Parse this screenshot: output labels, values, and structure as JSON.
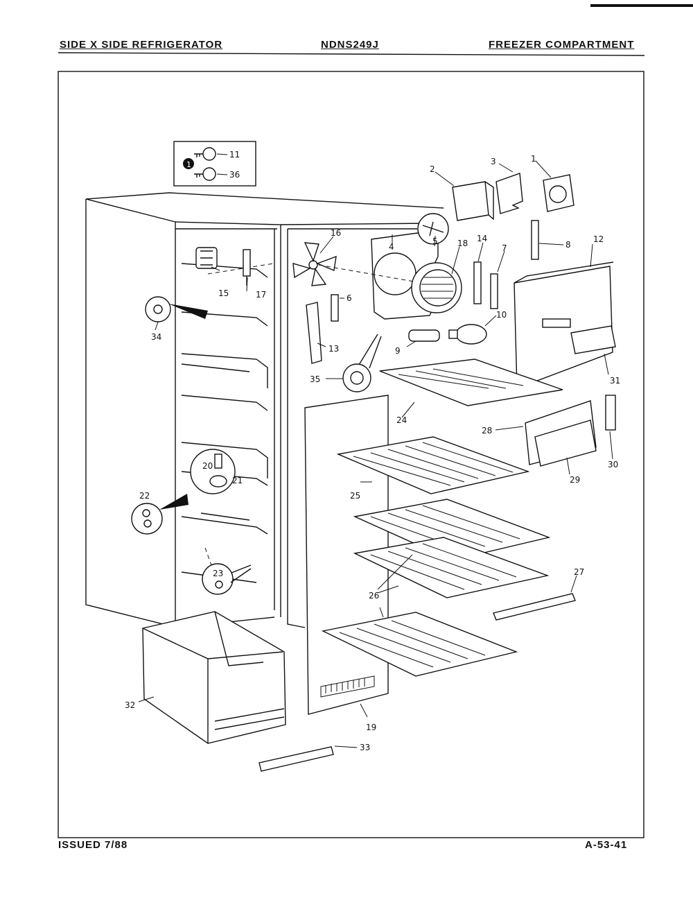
{
  "header": {
    "left": "SIDE X SIDE REFRIGERATOR",
    "center": "NDNS249J",
    "right": "FREEZER COMPARTMENT"
  },
  "footer": {
    "left": "ISSUED 7/88",
    "right": "A-53-41"
  },
  "callouts": {
    "c1": "1",
    "c2": "2",
    "c3": "3",
    "c4": "4",
    "c5": "5",
    "c6": "6",
    "c7": "7",
    "c8": "8",
    "c9": "9",
    "c10": "10",
    "c11": "11",
    "c12": "12",
    "c13": "13",
    "c14": "14",
    "c15": "15",
    "c16": "16",
    "c17": "17",
    "c18": "18",
    "c19": "19",
    "c20": "20",
    "c21": "21",
    "c22": "22",
    "c23": "23",
    "c24": "24",
    "c25": "25",
    "c26": "26",
    "c27": "27",
    "c28": "28",
    "c29": "29",
    "c30": "30",
    "c31": "31",
    "c32": "32",
    "c33": "33",
    "c34": "34",
    "c35": "35",
    "c36": "36"
  },
  "inset_marker": "1"
}
